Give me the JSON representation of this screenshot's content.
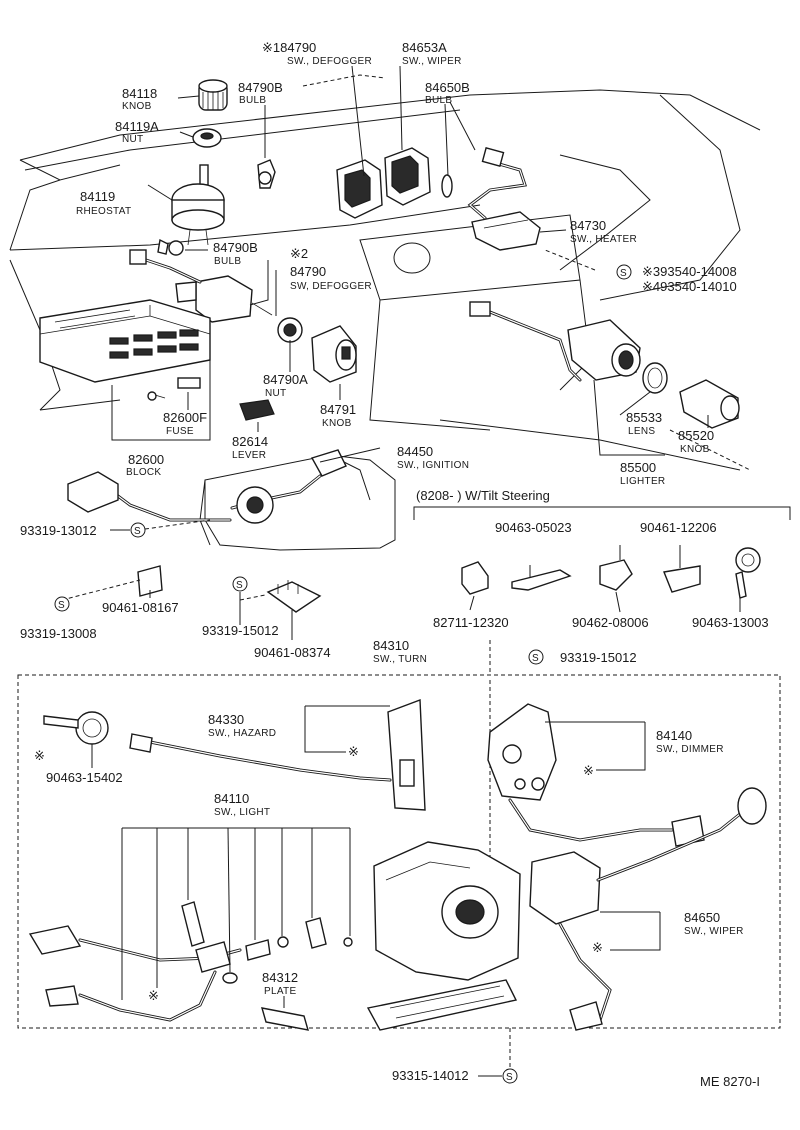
{
  "labels": {
    "p84790_top": "※184790",
    "p84790_top_name": "SW., DEFOGGER",
    "p84653A": "84653A",
    "p84653A_name": "SW., WIPER",
    "p84118": "84118",
    "p84118_name": "KNOB",
    "p84790B_top": "84790B",
    "p84790B_top_name": "BULB",
    "p84650B": "84650B",
    "p84650B_name": "BULB",
    "p84119A": "84119A",
    "p84119A_name": "NUT",
    "p84119": "84119",
    "p84119_name": "RHEOSTAT",
    "p84730": "84730",
    "p84730_name": "SW., HEATER",
    "p84790B_mid": "84790B",
    "p84790B_mid_name": "BULB",
    "mark2": "※2",
    "p84790_mid": "84790",
    "p84790_mid_name": "SW, DEFOGGER",
    "p93540_14008": "※393540-14008",
    "p93540_14010": "※493540-14010",
    "p84790A": "84790A",
    "p84790A_name": "NUT",
    "p84791": "84791",
    "p84791_name": "KNOB",
    "p82600F": "82600F",
    "p82600F_name": "FUSE",
    "p82614": "82614",
    "p82614_name": "LEVER",
    "p85533": "85533",
    "p85533_name": "LENS",
    "p85520": "85520",
    "p85520_name": "KNOB",
    "p82600": "82600",
    "p82600_name": "BLOCK",
    "p84450": "84450",
    "p84450_name": "SW., IGNITION",
    "p85500": "85500",
    "p85500_name": "LIGHTER",
    "tilt_note": "(8208-        ) W/Tilt Steering",
    "p93319_13012": "93319-13012",
    "p90463_05023": "90463-05023",
    "p90461_12206": "90461-12206",
    "p90461_08167": "90461-08167",
    "p93319_13008": "93319-13008",
    "p93319_15012_a": "93319-15012",
    "p90461_08374": "90461-08374",
    "p82711_12320": "82711-12320",
    "p90462_08006": "90462-08006",
    "p90463_13003": "90463-13003",
    "p84310": "84310",
    "p84310_name": "SW., TURN",
    "p93319_15012_b": "93319-15012",
    "p84330": "84330",
    "p84330_name": "SW., HAZARD",
    "p84140": "84140",
    "p84140_name": "SW., DIMMER",
    "p90463_15402": "90463-15402",
    "p84110": "84110",
    "p84110_name": "SW., LIGHT",
    "p84650": "84650",
    "p84650_name": "SW., WIPER",
    "p84312": "84312",
    "p84312_name": "PLATE",
    "p93315_14012": "93315-14012",
    "drawing_code": "ME  8270-I",
    "asterisk": "※",
    "s_mark": "S"
  }
}
